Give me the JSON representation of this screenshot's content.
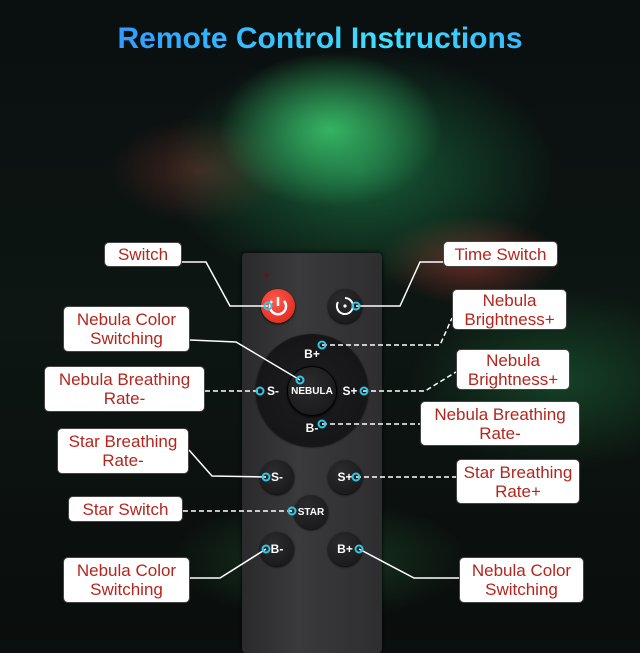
{
  "title": "Remote Control Instructions",
  "callouts": {
    "switch": "Switch",
    "time_switch": "Time Switch",
    "nebula_color_top": [
      "Nebula Color",
      "Switching"
    ],
    "nebula_breathing_left": [
      "Nebula Breathing",
      "Rate-"
    ],
    "nebula_brightness_1": [
      "Nebula",
      "Brightness+"
    ],
    "nebula_brightness_2": [
      "Nebula",
      "Brightness+"
    ],
    "nebula_breathing_right": [
      "Nebula Breathing",
      "Rate-"
    ],
    "star_breathing_minus": [
      "Star Breathing",
      "Rate-"
    ],
    "star_breathing_plus": [
      "Star Breathing",
      "Rate+"
    ],
    "star_switch": "Star Switch",
    "nebula_color_bl": [
      "Nebula Color",
      "Switching"
    ],
    "nebula_color_br": [
      "Nebula Color",
      "Switching"
    ]
  },
  "remote": {
    "nebula": "NEBULA",
    "b_plus": "B+",
    "b_minus": "B-",
    "s_plus": "S+",
    "s_minus": "S-",
    "star": "STAR",
    "power_icon": "power-icon",
    "timer_icon": "timer-icon"
  },
  "colors": {
    "title": "#2fb8ff",
    "callout_text": "#b3261e",
    "power": "#e8302a",
    "connector_dot": "#2ec8e8"
  }
}
